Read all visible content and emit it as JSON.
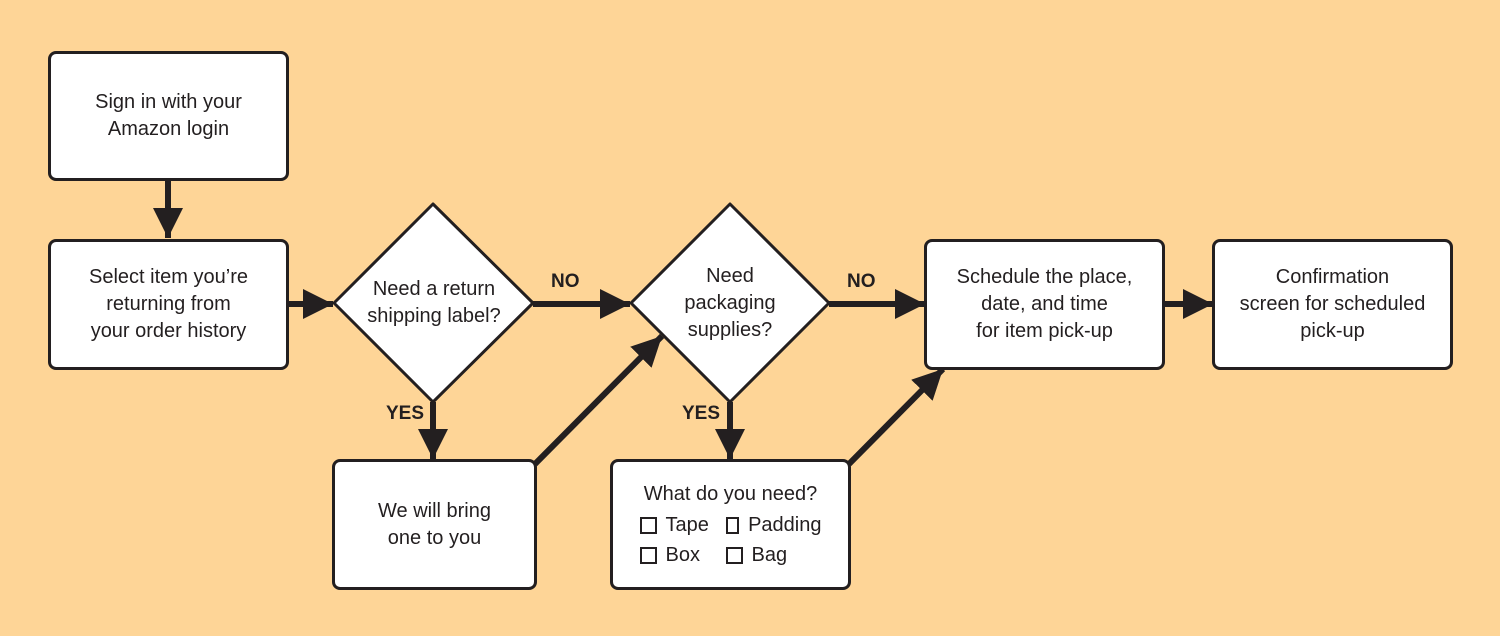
{
  "nodes": {
    "sign_in": "Sign in with your\nAmazon login",
    "select_item": "Select item you’re\nreturning from\nyour order history",
    "need_label": "Need a return\nshipping label?",
    "bring_one": "We will bring\none to you",
    "need_supplies": "Need\npackaging\nsupplies?",
    "what_need": "What do you need?",
    "schedule": "Schedule the place,\ndate, and time\nfor item pick-up",
    "confirmation": "Confirmation\nscreen for scheduled\npick-up"
  },
  "options": [
    "Tape",
    "Padding",
    "Box",
    "Bag"
  ],
  "edge_labels": {
    "no1": "NO",
    "no2": "NO",
    "yes1": "YES",
    "yes2": "YES"
  },
  "colors": {
    "background": "#fed597",
    "box_fill": "#ffffff",
    "stroke": "#231f20"
  }
}
